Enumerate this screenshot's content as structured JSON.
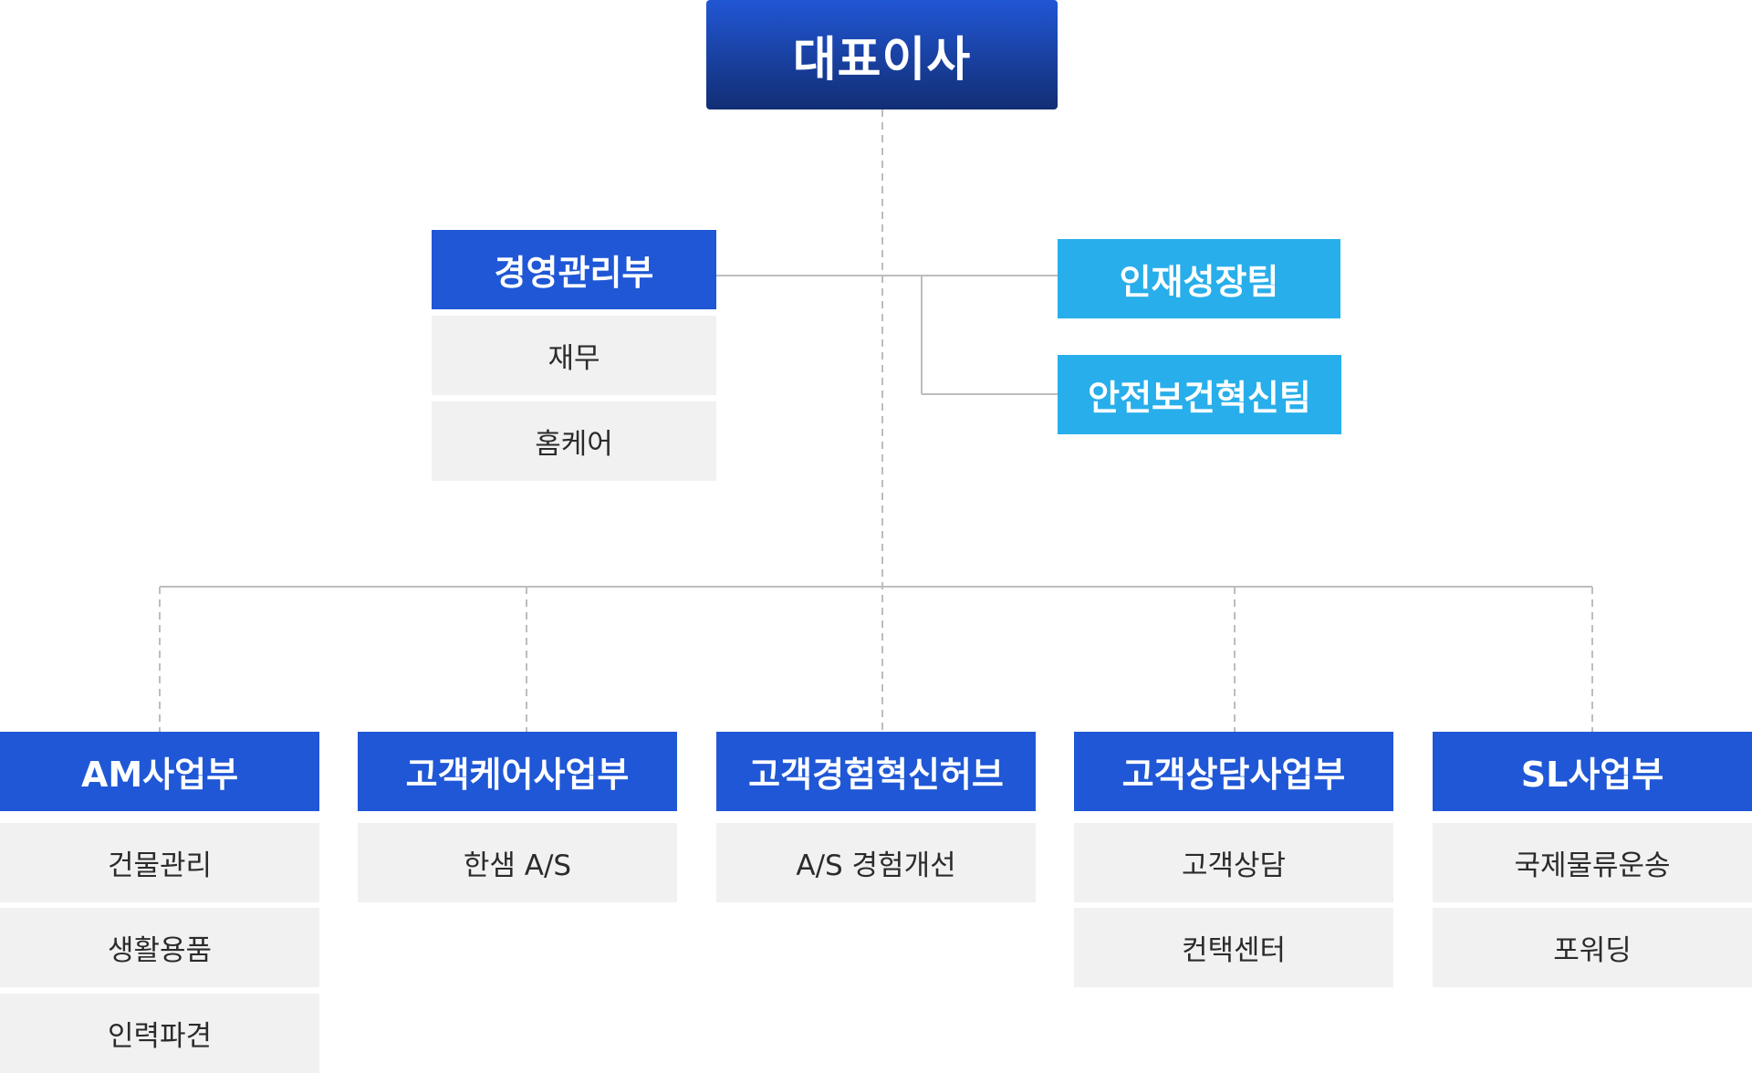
{
  "ceo": "대표이사",
  "management": {
    "title": "경영관리부",
    "subs": [
      "재무",
      "홈케어"
    ]
  },
  "teams": [
    "인재성장팀",
    "안전보건혁신팀"
  ],
  "divisions": [
    {
      "title": "AM사업부",
      "subs": [
        "건물관리",
        "생활용품",
        "인력파견"
      ]
    },
    {
      "title": "고객케어사업부",
      "subs": [
        "한샘 A/S"
      ]
    },
    {
      "title": "고객경험혁신허브",
      "subs": [
        "A/S 경험개선"
      ]
    },
    {
      "title": "고객상담사업부",
      "subs": [
        "고객상담",
        "컨택센터"
      ]
    },
    {
      "title": "SL사업부",
      "subs": [
        "국제물류운송",
        "포워딩"
      ]
    }
  ],
  "colors": {
    "ceo_top": "#2156d4",
    "ceo_bottom": "#122e74",
    "department": "#1f57d6",
    "team": "#28aeea",
    "sub_item": "#f1f1f1",
    "line": "#bdbdbd"
  }
}
